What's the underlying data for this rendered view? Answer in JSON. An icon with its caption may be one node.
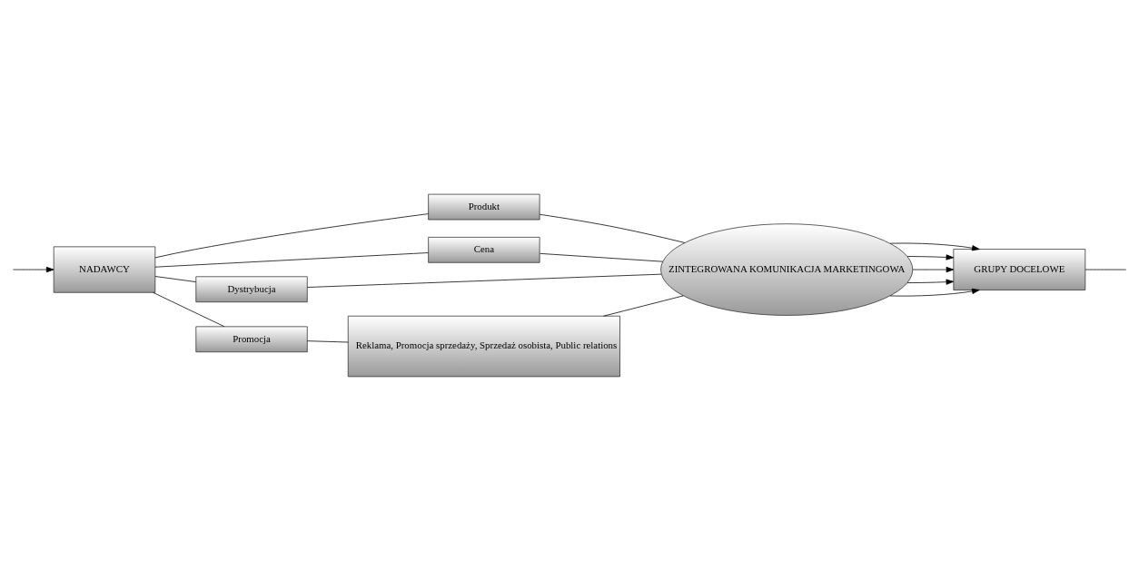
{
  "diagram": {
    "nodes": [
      {
        "text": [
          "NADAWCY"
        ]
      },
      {
        "text": [
          "Produkt"
        ]
      },
      {
        "text": [
          "Cena"
        ]
      },
      {
        "text": [
          "Dystrybucja"
        ]
      },
      {
        "text": [
          "Promocja"
        ]
      },
      {
        "text": [
          "Reklama, Promocja sprzedaży, Sprzedaż osobista, Public relations"
        ]
      },
      {
        "text": [
          "ZINTEGROWANA KOMUNIKACJA MARKETINGOWA"
        ]
      },
      {
        "text": [
          "GRUPY DOCELOWE"
        ]
      }
    ],
    "edges": [
      {
        "from": 0,
        "to": 1,
        "arrow": "none"
      },
      {
        "from": 0,
        "to": 2,
        "arrow": "none"
      },
      {
        "from": 0,
        "to": 3,
        "arrow": "none"
      },
      {
        "from": 0,
        "to": 4,
        "arrow": "none"
      },
      {
        "from": 4,
        "to": 5,
        "arrow": "none"
      },
      {
        "from": 1,
        "to": 6,
        "arrow": "none"
      },
      {
        "from": 2,
        "to": 6,
        "arrow": "none"
      },
      {
        "from": 3,
        "to": 6,
        "arrow": "none"
      },
      {
        "from": 5,
        "to": 6,
        "arrow": "none"
      },
      {
        "from": 6,
        "to": 7,
        "arrow": "to"
      },
      {
        "from": 6,
        "to": 7,
        "arrow": "to"
      },
      {
        "from": 6,
        "to": 7,
        "arrow": "to"
      },
      {
        "from": 6,
        "to": 7,
        "arrow": "to"
      },
      {
        "from": 6,
        "to": 7,
        "arrow": "to"
      },
      {
        "from": 7,
        "to": null,
        "arrow": "none"
      },
      {
        "from": null,
        "to": 0,
        "arrow": "to"
      }
    ]
  }
}
